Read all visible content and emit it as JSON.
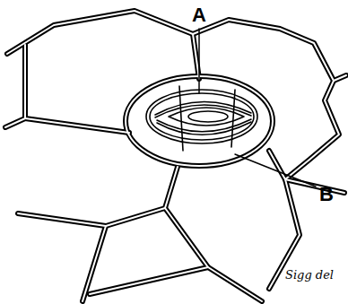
{
  "diagram": {
    "labels": [
      "A",
      "B",
      "Sigg del"
    ]
  }
}
